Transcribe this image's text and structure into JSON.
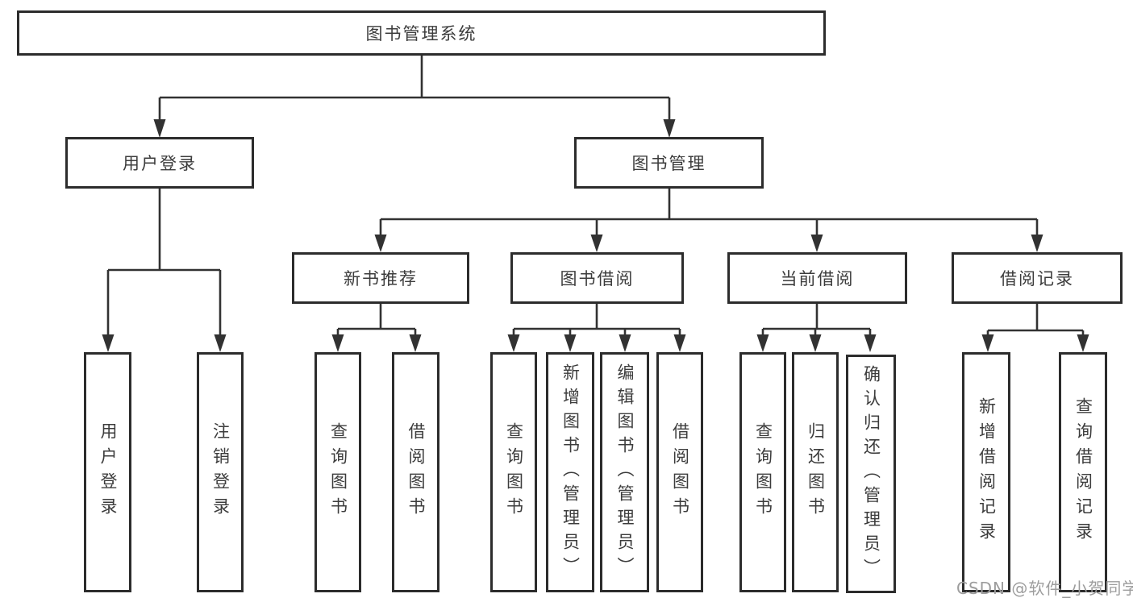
{
  "diagram_type": "hierarchy-tree",
  "colors": {
    "line": "#323232",
    "box_border": "#2c2c2c",
    "box_fill": "#ffffff",
    "text": "#3c3c3c",
    "watermark": "#9d9d9d",
    "background": "#ffffff"
  },
  "nodes": {
    "root": {
      "label": "图书管理系统"
    },
    "user_login": {
      "label": "用户登录"
    },
    "book_mgmt": {
      "label": "图书管理"
    },
    "new_book": {
      "label": "新书推荐"
    },
    "borrow": {
      "label": "图书借阅"
    },
    "current": {
      "label": "当前借阅"
    },
    "records": {
      "label": "借阅记录"
    },
    "u1": {
      "label": "用户登录"
    },
    "u2": {
      "label": "注销登录"
    },
    "n1": {
      "label": "查询图书"
    },
    "n2": {
      "label": "借阅图书"
    },
    "b1": {
      "label": "查询图书"
    },
    "b2": {
      "label": "新增图书（管理员）"
    },
    "b3": {
      "label": "编辑图书（管理员）"
    },
    "b4": {
      "label": "借阅图书"
    },
    "c1": {
      "label": "查询图书"
    },
    "c2": {
      "label": "归还图书"
    },
    "c3": {
      "label": "确认归还（管理员）"
    },
    "r1": {
      "label": "新增借阅记录"
    },
    "r2": {
      "label": "查询借阅记录"
    }
  },
  "edges": [
    [
      "root",
      "user_login"
    ],
    [
      "root",
      "book_mgmt"
    ],
    [
      "user_login",
      "u1"
    ],
    [
      "user_login",
      "u2"
    ],
    [
      "book_mgmt",
      "new_book"
    ],
    [
      "book_mgmt",
      "borrow"
    ],
    [
      "book_mgmt",
      "current"
    ],
    [
      "book_mgmt",
      "records"
    ],
    [
      "new_book",
      "n1"
    ],
    [
      "new_book",
      "n2"
    ],
    [
      "borrow",
      "b1"
    ],
    [
      "borrow",
      "b2"
    ],
    [
      "borrow",
      "b3"
    ],
    [
      "borrow",
      "b4"
    ],
    [
      "current",
      "c1"
    ],
    [
      "current",
      "c2"
    ],
    [
      "current",
      "c3"
    ],
    [
      "records",
      "r1"
    ],
    [
      "records",
      "r2"
    ]
  ],
  "watermark": {
    "text": "CSDN @软件_小贺同学"
  }
}
